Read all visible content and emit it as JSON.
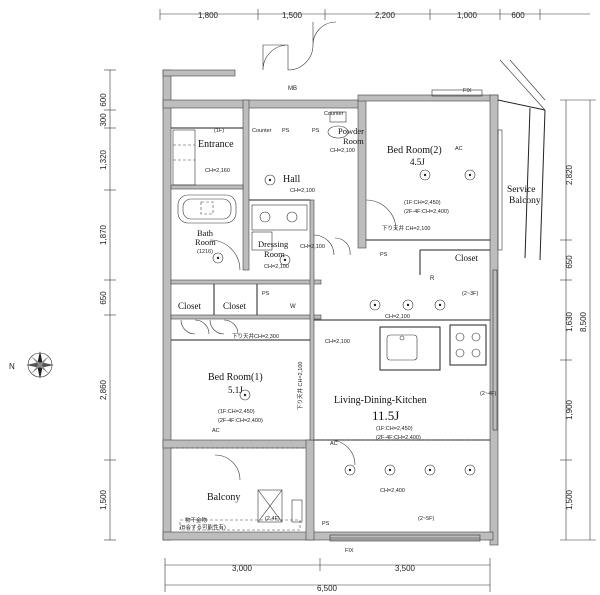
{
  "dimensions": {
    "top": [
      "1,800",
      "1,500",
      "2,200",
      "1,000",
      "600"
    ],
    "left": [
      "600",
      "300",
      "1,320",
      "1,870",
      "650",
      "2,860",
      "1,500"
    ],
    "right_inner": [
      "2,820",
      "650",
      "1,630",
      "1,900",
      "1,500"
    ],
    "right_outer": "8,500",
    "bottom_parts": [
      "3,000",
      "3,500"
    ],
    "bottom_total": "6,500"
  },
  "rooms": {
    "entrance": {
      "name": "Entrance",
      "floor": "(1F)",
      "ch": "CH=2,160"
    },
    "hall": {
      "name": "Hall",
      "ch": "CH=2,100"
    },
    "powder_room": {
      "line1": "Powder",
      "line2": "Room",
      "ch": "CH=2,100"
    },
    "bedroom2": {
      "name": "Bed Room(2)",
      "size": "4.5J",
      "ch1": "(1F:CH=2,450)",
      "ch2": "(2F-4F:CH=2,400)"
    },
    "service_balcony": {
      "line1": "Service",
      "line2": "Balcony"
    },
    "bath_room": {
      "line1": "Bath",
      "line2": "Room",
      "size": "(1216)"
    },
    "dressing_room": {
      "line1": "Dressing",
      "line2": "Room",
      "ch": "CH=2,100"
    },
    "closet_right": "Closet",
    "closet_a": "Closet",
    "closet_b": "Closet",
    "bedroom1": {
      "name": "Bed Room(1)",
      "size": "5.1J",
      "ch1": "(1F:CH=2,450)",
      "ch2": "(2F-4F:CH=2,400)"
    },
    "ldk": {
      "name": "Living-Dining-Kitchen",
      "size": "11.5J",
      "ch1": "(1F:CH=2,450)",
      "ch2": "(2F-4F:CH=2,400)"
    },
    "balcony": {
      "name": "Balcony",
      "note1": "物干金物",
      "note2": "(B会する可能性有)"
    }
  },
  "labels": {
    "mb": "MB",
    "fix_top": "FIX",
    "fix_bottom": "FIX",
    "counter1": "Counter",
    "counter2": "Counter",
    "ps1": "PS",
    "ps2": "PS",
    "ps3": "PS",
    "ps4": "PS",
    "ps5": "PS",
    "ch_2100_a": "CH=2,100",
    "ch_2100_b": "CH=2,100",
    "ch_2100_c": "CH=2,100",
    "ch_2300": "下り天井CH=2,300",
    "ch_2400": "CH=2,400",
    "ceiling_drop_1": "下り天井 CH=2,100",
    "ceiling_drop_2": "下り天井 CH=2,100",
    "cc1": "(2~3F)",
    "cc2": "(2~5F)",
    "cc3": "(2~4F)",
    "ac1": "AC",
    "ac2": "AC",
    "ac3": "AC",
    "note_2_4f": "(2.4F)",
    "washer": "W",
    "r_mark": "R",
    "compass": "N"
  }
}
